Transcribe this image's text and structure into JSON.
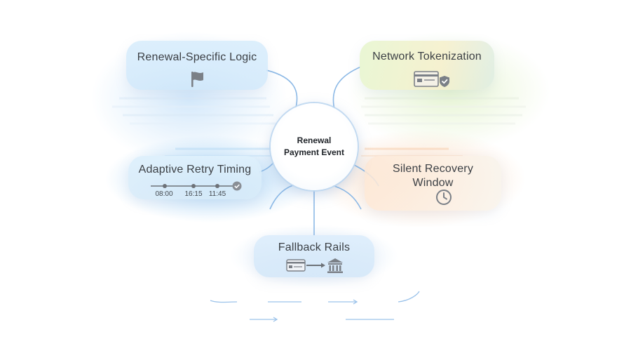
{
  "center": {
    "label": "Renewal\nPayment Event"
  },
  "nodes": {
    "renewal_logic": {
      "title": "Renewal-Specific Logic",
      "icon": "flag-icon"
    },
    "network_tokenization": {
      "title": "Network Tokenization",
      "icon": "card-shield-icon"
    },
    "adaptive_retry": {
      "title": "Adaptive Retry Timing",
      "icon": "timeline-check-icon",
      "times": [
        "08:00",
        "16:15",
        "11:45"
      ]
    },
    "silent_recovery": {
      "title": "Silent Recovery Window",
      "icon": "clock-icon"
    },
    "fallback_rails": {
      "title": "Fallback Rails",
      "icon": "card-to-bank-icon"
    }
  },
  "colors": {
    "connector": "#8cb9e6",
    "blue_glow": "#cfe6fa",
    "orange_glow": "#fbd9bd",
    "green_glow": "#e3f3cc",
    "icon_gray": "#7b8087"
  }
}
